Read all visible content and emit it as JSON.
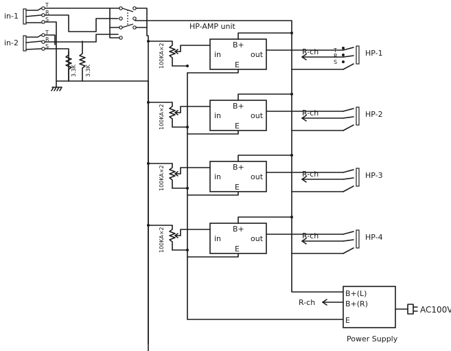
{
  "inputs": [
    {
      "label": "in-1",
      "pins": [
        "T",
        "R",
        "S"
      ]
    },
    {
      "label": "in-2",
      "pins": [
        "T",
        "R",
        "S"
      ]
    }
  ],
  "resistors": [
    "3.3K",
    "3.3K"
  ],
  "unit_caption": "HP-AMP unit",
  "pots": [
    "100KA×2",
    "100KA×2",
    "100KA×2",
    "100KA×2"
  ],
  "amp_labels": {
    "in": "in",
    "out": "out",
    "bplus": "B+",
    "e": "E"
  },
  "outputs": [
    {
      "channel": "R-ch",
      "jack": "HP-1",
      "pins": [
        "T",
        "R",
        "S"
      ]
    },
    {
      "channel": "R-ch",
      "jack": "HP-2"
    },
    {
      "channel": "R-ch",
      "jack": "HP-3"
    },
    {
      "channel": "R-ch",
      "jack": "HP-4"
    }
  ],
  "power": {
    "bl": "B+(L)",
    "br": "B+(R)",
    "e": "E",
    "channel": "R-ch",
    "ac": "AC100V",
    "caption": "Power Supply"
  }
}
